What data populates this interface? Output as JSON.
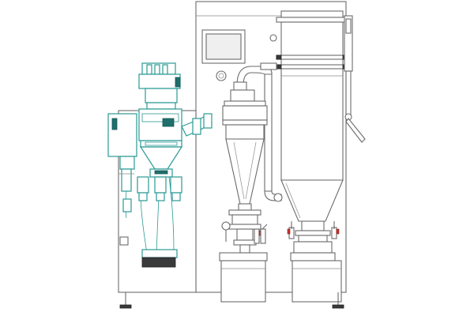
{
  "colors": {
    "outline": "#6b6b6b",
    "accent_teal": "#2a9a94",
    "accent_dark_teal": "#1f6f6c",
    "valve_red": "#c9342d",
    "background": "#ffffff"
  },
  "components": [
    "main-cabinet",
    "control-panel-screen",
    "atomizer-assembly",
    "drying-chamber",
    "cyclone-separator",
    "collection-vessel-cyclone",
    "collection-vessel-chamber",
    "leveling-feet"
  ]
}
